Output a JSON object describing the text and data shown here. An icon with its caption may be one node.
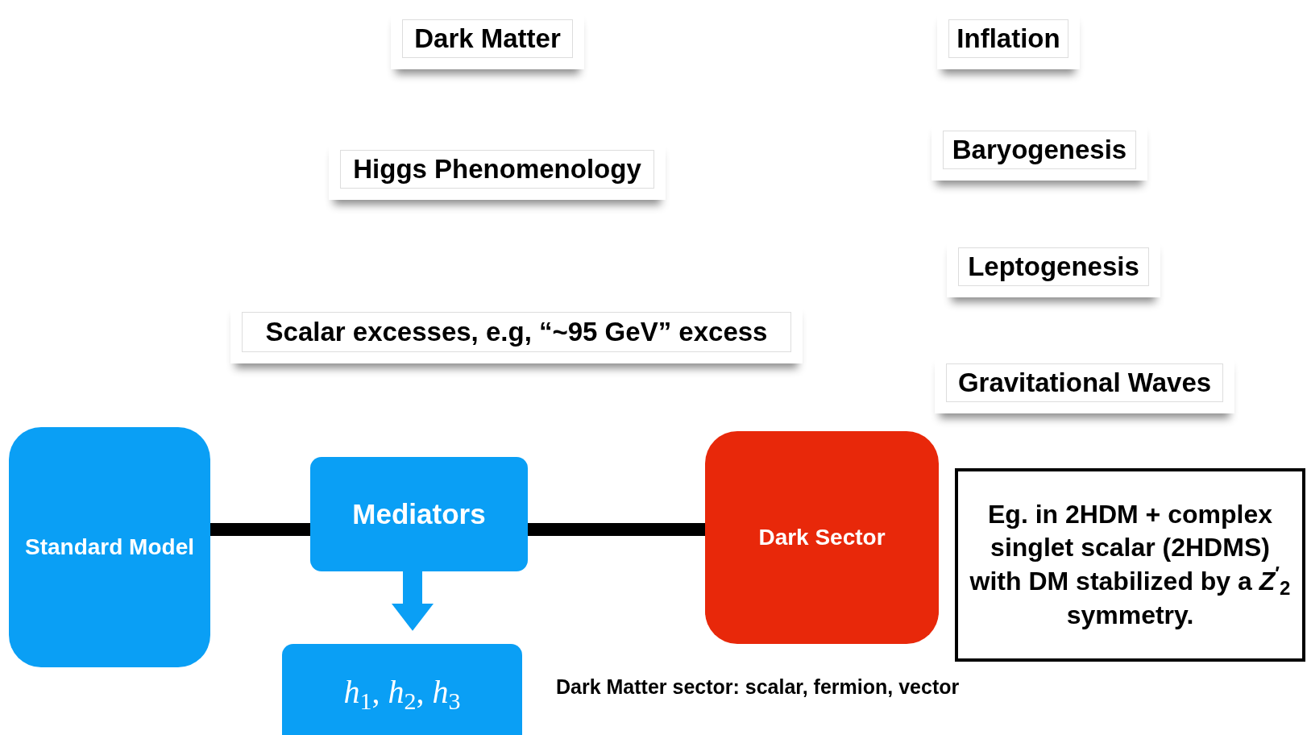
{
  "diagram": {
    "nodes": [
      {
        "text": [
          "Dark Matter"
        ]
      },
      {
        "text": [
          "Higgs Phenomenology"
        ]
      },
      {
        "text": [
          "Scalar excesses, e.g, “~95 GeV” excess"
        ]
      },
      {
        "text": [
          "Inflation"
        ]
      },
      {
        "text": [
          "Baryogenesis"
        ]
      },
      {
        "text": [
          "Leptogenesis"
        ]
      },
      {
        "text": [
          "Gravitational Waves"
        ]
      },
      {
        "text": [
          "Standard Model"
        ]
      },
      {
        "text": [
          "Mediators"
        ]
      },
      {
        "text": [
          "*h*$_{1}$, *h*$_{2}$, *h*$_{3}$"
        ]
      },
      {
        "text": [
          "Dark Sector"
        ]
      },
      {
        "text": [
          "Eg. in 2HDM + complex singlet scalar (2HDMS)  with DM stabilized by a *Z*$^{′}$$_{2}$ symmetry."
        ]
      }
    ],
    "edges": [
      {
        "from": 7,
        "to": 8,
        "arrow": "none"
      },
      {
        "from": 8,
        "to": 10,
        "arrow": "none"
      },
      {
        "from": 8,
        "to": 9,
        "arrow": "to",
        "color": "#0a9ff5"
      }
    ],
    "labels": [
      "Dark Matter sector: scalar, fermion, vector"
    ]
  }
}
